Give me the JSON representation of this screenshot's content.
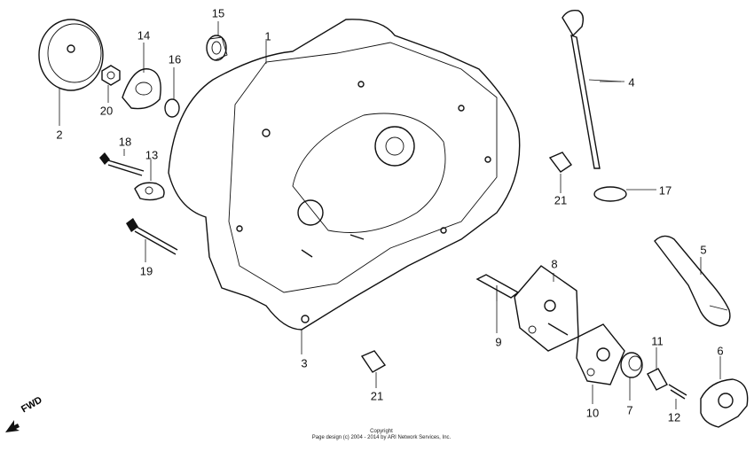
{
  "callouts": [
    {
      "id": "1",
      "label": "1"
    },
    {
      "id": "2",
      "label": "2"
    },
    {
      "id": "3",
      "label": "3"
    },
    {
      "id": "4",
      "label": "4"
    },
    {
      "id": "5",
      "label": "5"
    },
    {
      "id": "6",
      "label": "6"
    },
    {
      "id": "7",
      "label": "7"
    },
    {
      "id": "8",
      "label": "8"
    },
    {
      "id": "9",
      "label": "9"
    },
    {
      "id": "10",
      "label": "10"
    },
    {
      "id": "11",
      "label": "11"
    },
    {
      "id": "12",
      "label": "12"
    },
    {
      "id": "13",
      "label": "13"
    },
    {
      "id": "14",
      "label": "14"
    },
    {
      "id": "15",
      "label": "15"
    },
    {
      "id": "16",
      "label": "16"
    },
    {
      "id": "17",
      "label": "17"
    },
    {
      "id": "18",
      "label": "18"
    },
    {
      "id": "19",
      "label": "19"
    },
    {
      "id": "20",
      "label": "20"
    },
    {
      "id": "21a",
      "label": "21"
    },
    {
      "id": "21b",
      "label": "21"
    }
  ],
  "fwd_label": "FWD",
  "copyright": {
    "line1": "Copyright",
    "line2": "Page design (c) 2004 - 2014 by ARI Network Services, Inc."
  }
}
